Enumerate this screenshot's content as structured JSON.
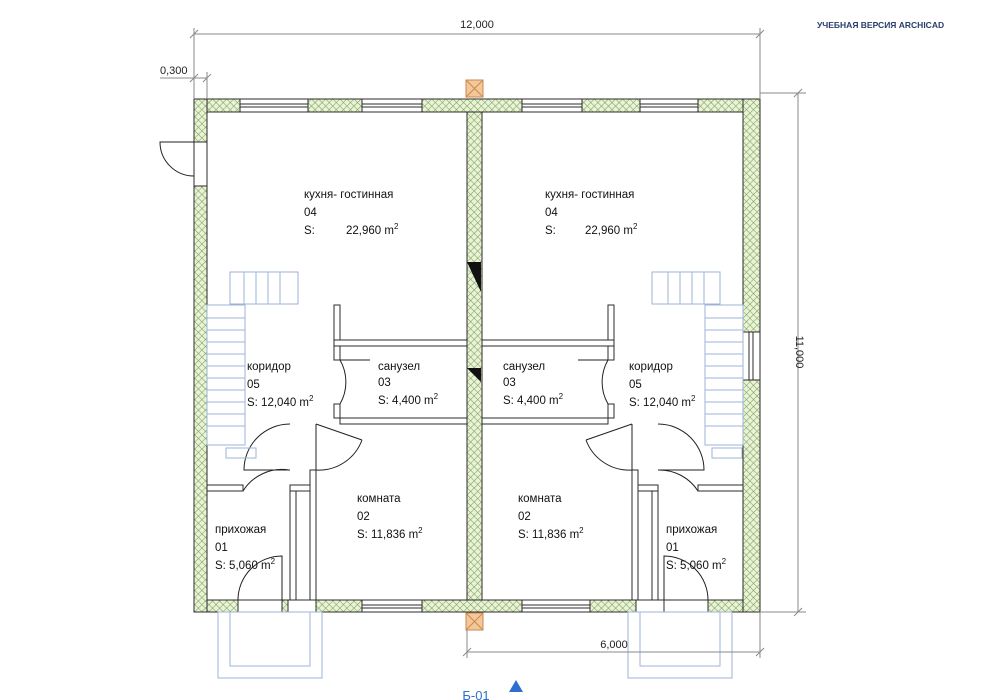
{
  "watermark": "УЧЕБНАЯ ВЕРСИЯ ARCHICAD",
  "dimensions": {
    "total_width": "12,000",
    "wall_thickness": "0,300",
    "total_height": "11,000",
    "half_width": "6,000"
  },
  "section_marker": "Б-01",
  "rooms": [
    {
      "name": "кухня- гостинная",
      "num": "04",
      "prefix": "S:",
      "area": "22,960 m",
      "sup": "2"
    },
    {
      "name": "кухня- гостинная",
      "num": "04",
      "prefix": "S:",
      "area": "22,960 m",
      "sup": "2"
    },
    {
      "name": "санузел",
      "num": "03",
      "prefix": "",
      "area": "S: 4,400 m",
      "sup": "2"
    },
    {
      "name": "санузел",
      "num": "03",
      "prefix": "",
      "area": "S: 4,400 m",
      "sup": "2"
    },
    {
      "name": "коридор",
      "num": "05",
      "prefix": "",
      "area": "S: 12,040 m",
      "sup": "2"
    },
    {
      "name": "коридор",
      "num": "05",
      "prefix": "",
      "area": "S: 12,040 m",
      "sup": "2"
    },
    {
      "name": "комната",
      "num": "02",
      "prefix": "",
      "area": "S: 11,836 m",
      "sup": "2"
    },
    {
      "name": "комната",
      "num": "02",
      "prefix": "",
      "area": "S: 11,836 m",
      "sup": "2"
    },
    {
      "name": "прихожая",
      "num": "01",
      "prefix": "",
      "area": "S: 5,060 m",
      "sup": "2"
    },
    {
      "name": "прихожая",
      "num": "01",
      "prefix": "",
      "area": "S: 5,060 m",
      "sup": "2"
    }
  ],
  "colors": {
    "wall_fill": "#e9f3d9",
    "wall_hatch": "#7ea050",
    "wall_outline": "#2b2b2b",
    "dim_line": "#8a8a8a",
    "stair": "#9db4d8",
    "column": "#f3c79a",
    "marker": "#2f6fcf"
  }
}
